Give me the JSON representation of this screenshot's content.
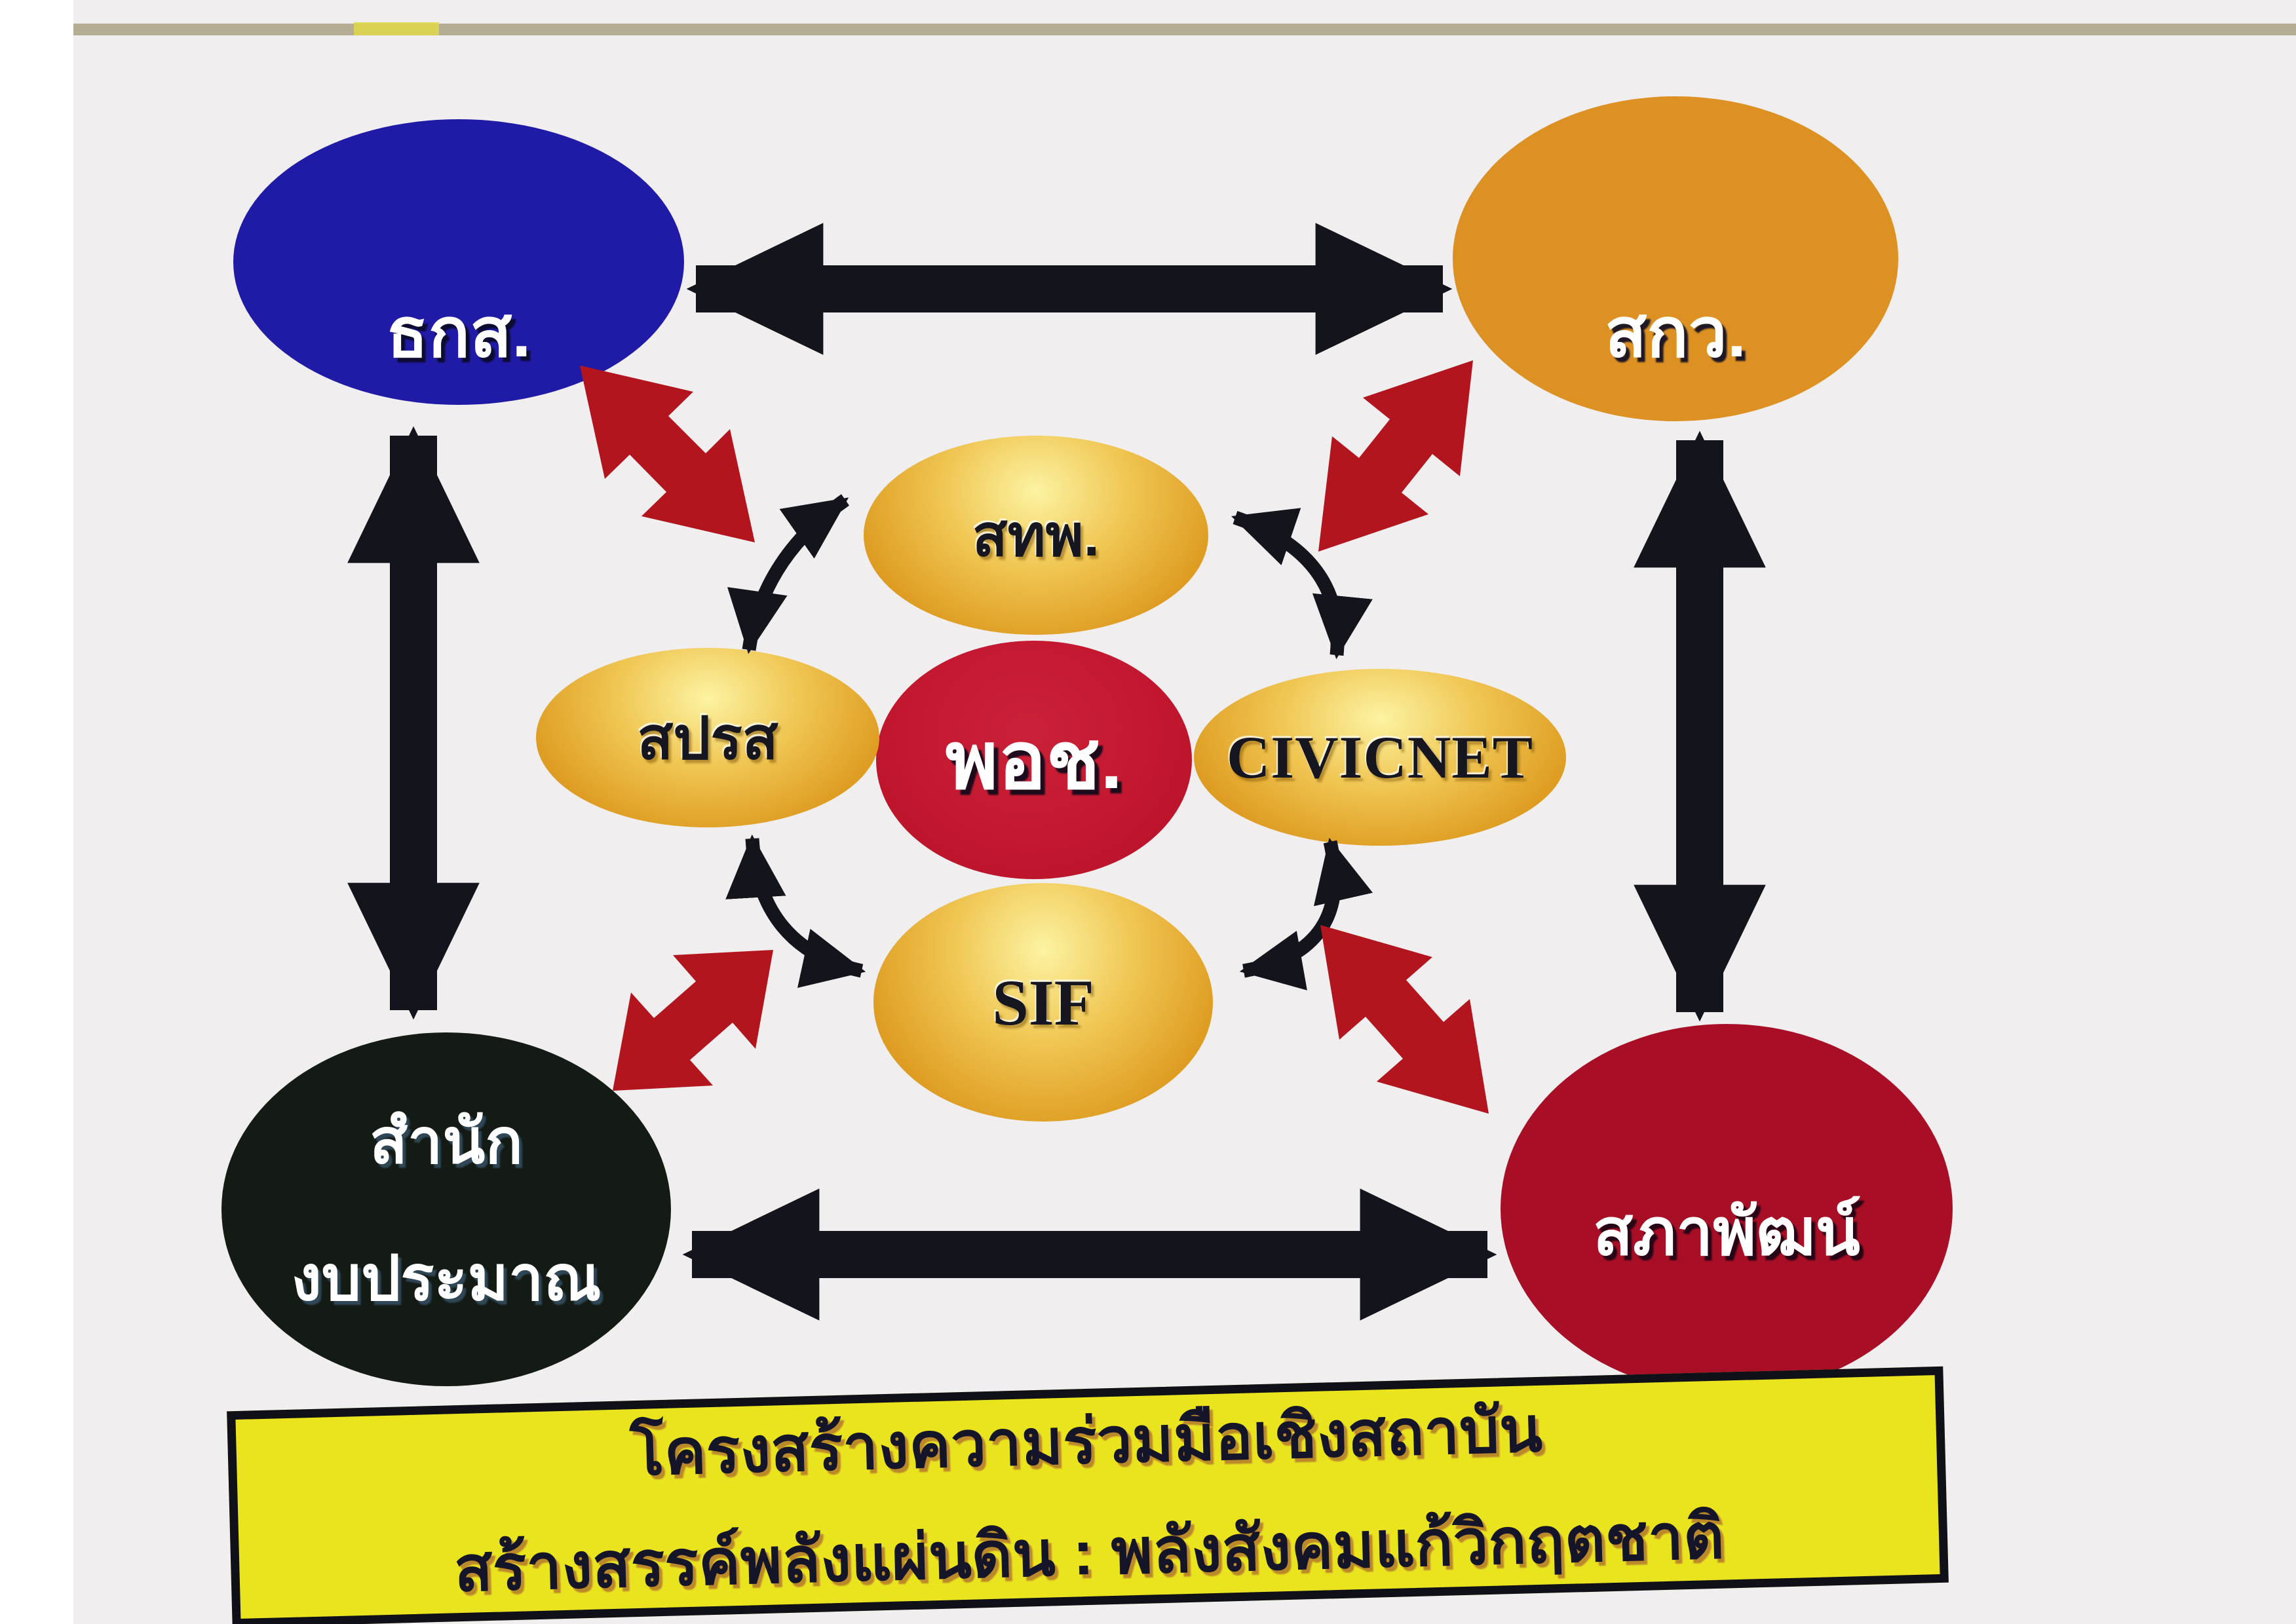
{
  "diagram": {
    "corner_nodes": [
      {
        "id": "tgs",
        "label": "ธกส.",
        "color": "#201ba6",
        "text_color": "#ffffff"
      },
      {
        "id": "skw",
        "label": "สกว.",
        "color": "#dc9122",
        "text_color": "#ffffff"
      },
      {
        "id": "budget",
        "label_line1": "สำนัก",
        "label_line2": "งบประมาณ",
        "color": "#141a14",
        "text_color": "#ffffff"
      },
      {
        "id": "sapapat",
        "label": "สภาพัฒน์",
        "color": "#a80e25",
        "text_color": "#ffffff"
      }
    ],
    "hub": {
      "id": "porchor",
      "label": "พอช.",
      "color": "#c2172f",
      "text_color": "#ffffff"
    },
    "satellites": [
      {
        "id": "stp",
        "label": "สทพ.",
        "color": "#dd9a1e"
      },
      {
        "id": "sprs",
        "label": "สปรส",
        "color": "#dd9a1e"
      },
      {
        "id": "civicnet",
        "label": "CIVICNET",
        "color": "#dd9a1e"
      },
      {
        "id": "sif",
        "label": "SIF",
        "color": "#dd9a1e"
      }
    ],
    "caption": {
      "line1": "โครงสร้างความร่วมมือเชิงสถาบัน",
      "line2": "สร้างสรรค์พลังแผ่นดิน : พลังสังคมแก้วิกฤตชาติ",
      "bg": "#eae41f",
      "text_color": "#15152a"
    },
    "colors": {
      "background": "#f0eeef",
      "black_arrow": "#14141c",
      "red_arrow": "#b2151d",
      "gold_gradient_center": "#fcf3a2"
    }
  }
}
